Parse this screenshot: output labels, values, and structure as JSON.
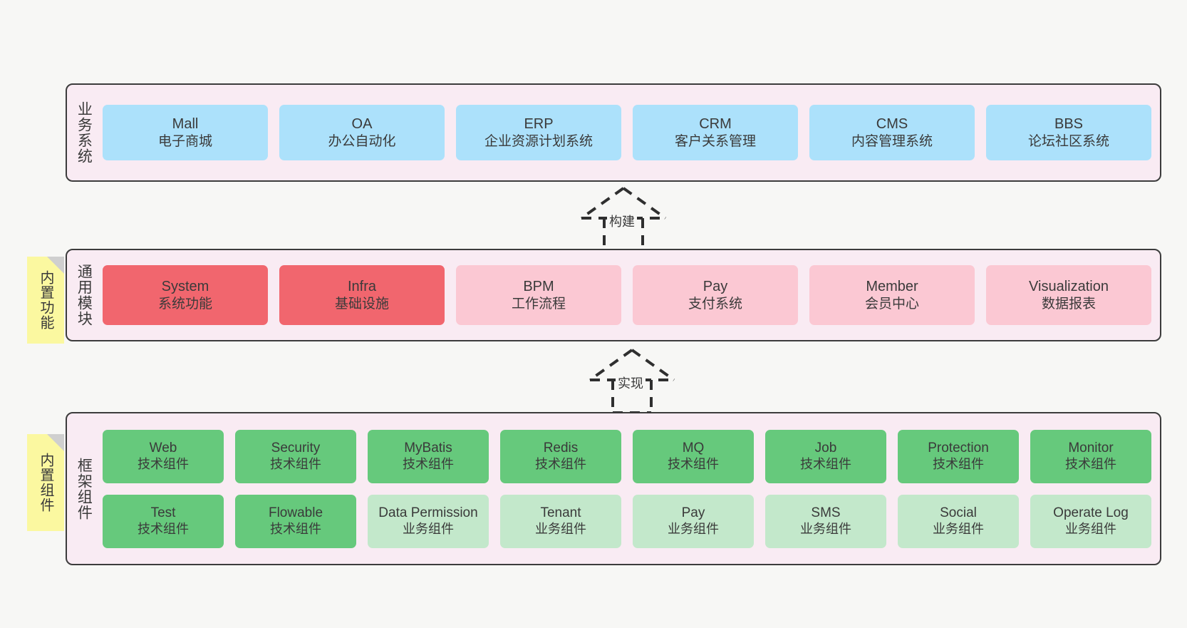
{
  "diagram": {
    "background_color": "#f7f7f5",
    "layer_fill": "#f9ebf3",
    "layer_border": "#3c3c3c",
    "palette": {
      "business": "#ace1fb",
      "module_core": "#f1666e",
      "module_optional": "#fbc8d3",
      "component_tech": "#66c97c",
      "component_biz": "#c3e8cb",
      "sticky": "#fbf8a0"
    }
  },
  "layers": {
    "business": {
      "title": "业务系统",
      "cards": [
        {
          "name": "Mall",
          "desc": "电子商城"
        },
        {
          "name": "OA",
          "desc": "办公自动化"
        },
        {
          "name": "ERP",
          "desc": "企业资源计划系统"
        },
        {
          "name": "CRM",
          "desc": "客户关系管理"
        },
        {
          "name": "CMS",
          "desc": "内容管理系统"
        },
        {
          "name": "BBS",
          "desc": "论坛社区系统"
        }
      ]
    },
    "modules": {
      "title": "通用模块",
      "sticky": "内置功能",
      "cards": [
        {
          "name": "System",
          "desc": "系统功能"
        },
        {
          "name": "Infra",
          "desc": "基础设施"
        },
        {
          "name": "BPM",
          "desc": "工作流程"
        },
        {
          "name": "Pay",
          "desc": "支付系统"
        },
        {
          "name": "Member",
          "desc": "会员中心"
        },
        {
          "name": "Visualization",
          "desc": "数据报表"
        }
      ]
    },
    "framework": {
      "title": "框架组件",
      "sticky": "内置组件",
      "row1": [
        {
          "name": "Web",
          "desc": "技术组件"
        },
        {
          "name": "Security",
          "desc": "技术组件"
        },
        {
          "name": "MyBatis",
          "desc": "技术组件"
        },
        {
          "name": "Redis",
          "desc": "技术组件"
        },
        {
          "name": "MQ",
          "desc": "技术组件"
        },
        {
          "name": "Job",
          "desc": "技术组件"
        },
        {
          "name": "Protection",
          "desc": "技术组件"
        },
        {
          "name": "Monitor",
          "desc": "技术组件"
        }
      ],
      "row2": [
        {
          "name": "Test",
          "desc": "技术组件"
        },
        {
          "name": "Flowable",
          "desc": "技术组件"
        },
        {
          "name": "Data Permission",
          "desc": "业务组件"
        },
        {
          "name": "Tenant",
          "desc": "业务组件"
        },
        {
          "name": "Pay",
          "desc": "业务组件"
        },
        {
          "name": "SMS",
          "desc": "业务组件"
        },
        {
          "name": "Social",
          "desc": "业务组件"
        },
        {
          "name": "Operate Log",
          "desc": "业务组件"
        }
      ]
    }
  },
  "connectors": {
    "build": "构建",
    "implement": "实现"
  }
}
